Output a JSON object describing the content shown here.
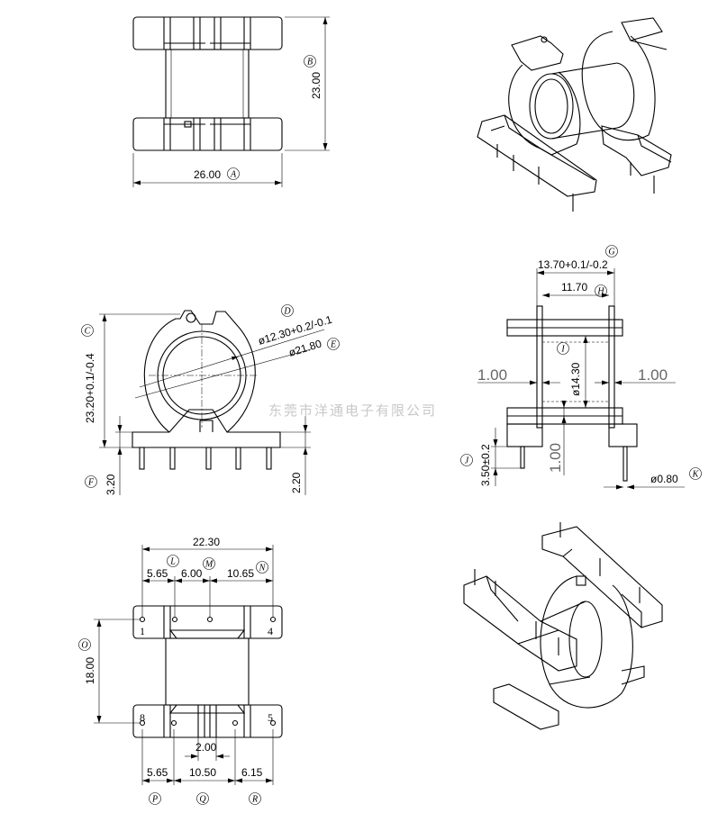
{
  "watermark": "东莞市洋通电子有限公司",
  "views": {
    "top": {
      "width_dim": "26.00",
      "width_label": "A",
      "height_dim": "23.00",
      "height_label": "B"
    },
    "front": {
      "height_dim": "23.20+0.1/-0.4",
      "height_label": "C",
      "inner_dia_dim": "ø12.30+0.2/-0.1",
      "inner_dia_label": "D",
      "outer_dia_dim": "ø21.80",
      "outer_dia_label": "E",
      "base_left_dim": "3.20",
      "base_left_label": "F",
      "base_right_dim": "2.20"
    },
    "side": {
      "overall_dim": "13.70+0.1/-0.2",
      "overall_label": "G",
      "inner_dim": "11.70",
      "inner_label": "H",
      "core_dim": "ø14.30",
      "core_label": "I",
      "wall_left_dim": "1.00",
      "wall_right_dim": "1.00",
      "wall_bottom_dim": "1.00",
      "pin_len_dim": "3.50±0.2",
      "pin_len_label": "J",
      "pin_dia_dim": "ø0.80",
      "pin_dia_label": "K"
    },
    "bottom": {
      "overall_dim": "22.30",
      "dim_565_top": "5.65",
      "label_L": "L",
      "dim_600": "6.00",
      "label_M": "M",
      "dim_1065": "10.65",
      "label_N": "N",
      "height_dim": "18.00",
      "height_label": "O",
      "dim_200": "2.00",
      "dim_565_bottom": "5.65",
      "label_P": "P",
      "dim_1050": "10.50",
      "label_Q": "Q",
      "dim_615": "6.15",
      "label_R": "R",
      "pin_numbers": [
        "1",
        "4",
        "8",
        "5"
      ]
    }
  }
}
